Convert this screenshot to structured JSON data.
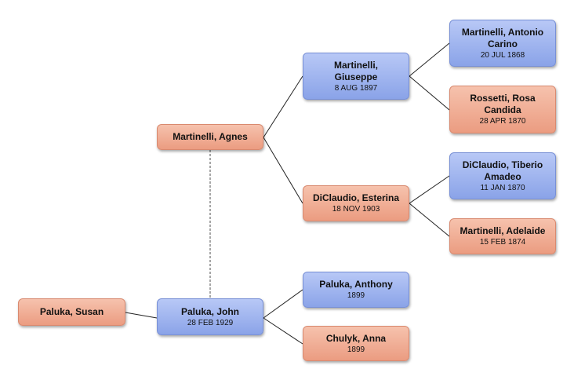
{
  "persons": {
    "susan": {
      "name": "Paluka, Susan",
      "date": "",
      "sex": "female"
    },
    "john": {
      "name": "Paluka, John",
      "date": "28 FEB 1929",
      "sex": "male"
    },
    "agnes": {
      "name": "Martinelli, Agnes",
      "date": "",
      "sex": "female"
    },
    "giuseppe": {
      "name": "Martinelli,\nGiuseppe",
      "date": "8 AUG 1897",
      "sex": "male"
    },
    "esterina": {
      "name": "DiClaudio, Esterina",
      "date": "18 NOV 1903",
      "sex": "female"
    },
    "antonio": {
      "name": "Martinelli, Antonio\nCarino",
      "date": "20 JUL 1868",
      "sex": "male"
    },
    "rosa": {
      "name": "Rossetti, Rosa\nCandida",
      "date": "28 APR 1870",
      "sex": "female"
    },
    "tiberio": {
      "name": "DiClaudio, Tiberio\nAmadeo",
      "date": "11 JAN 1870",
      "sex": "male"
    },
    "adelaide": {
      "name": "Martinelli, Adelaide",
      "date": "15 FEB 1874",
      "sex": "female"
    },
    "anthony": {
      "name": "Paluka, Anthony",
      "date": "1899",
      "sex": "male"
    },
    "anna": {
      "name": "Chulyk, Anna",
      "date": "1899",
      "sex": "female"
    }
  },
  "colors": {
    "male": "#9db3ee",
    "female": "#f0ab92",
    "connector": "#222222",
    "spouse_link": "#888888"
  }
}
